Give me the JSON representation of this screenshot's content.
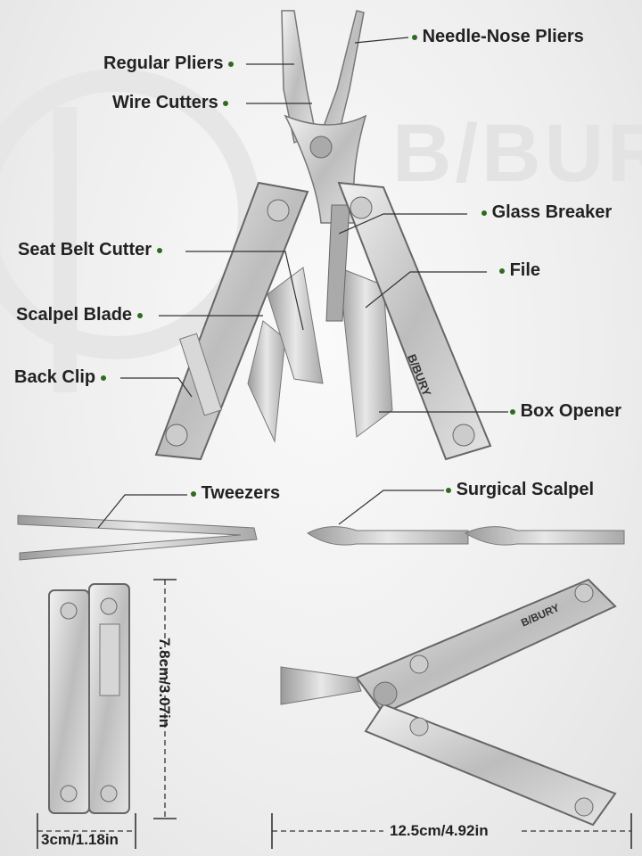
{
  "brand": {
    "watermark": "B/BUR",
    "logo": "B/BURY"
  },
  "labels": {
    "needle_nose": "Needle-Nose Pliers",
    "regular_pliers": "Regular Pliers",
    "wire_cutters": "Wire Cutters",
    "glass_breaker": "Glass Breaker",
    "seat_belt_cutter": "Seat Belt Cutter",
    "file": "File",
    "scalpel_blade": "Scalpel Blade",
    "back_clip": "Back Clip",
    "box_opener": "Box Opener",
    "tweezers": "Tweezers",
    "surgical_scalpel": "Surgical Scalpel"
  },
  "dimensions": {
    "height": "7.8cm/3.07in",
    "width": "3cm/1.18in",
    "length": "12.5cm/4.92in"
  },
  "colors": {
    "accent_dot": "#2e6b1f",
    "steel": "#c9c9c9",
    "steel_dark": "#8a8a8a"
  }
}
